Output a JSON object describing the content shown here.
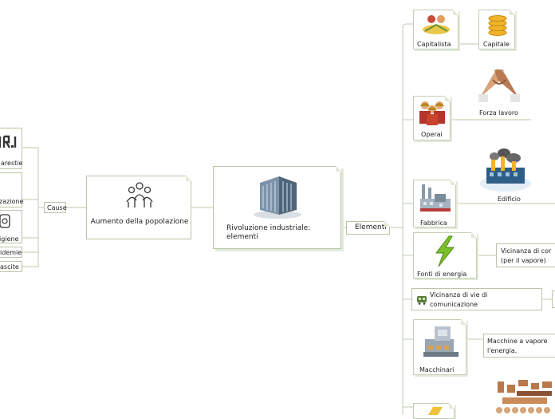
{
  "central": {
    "title": "Rivoluzione industriale: elementi"
  },
  "population": {
    "title": "Aumento della popolazione"
  },
  "links": {
    "cause": "Cause",
    "elements": "Elementi"
  },
  "left_items": [
    "arestie",
    "zazione",
    "igiene",
    "idemie",
    "ascite"
  ],
  "right_items": {
    "capitalista": "Capitalista",
    "capitale": "Capitale",
    "forza_lavoro": "Forza lavoro",
    "operai": "Operai",
    "edificio": "Edificio",
    "fabbrica": "Fabbrica",
    "fonti": "Fonti di energia",
    "vicinanza_corsi": "Vicinanza di cor (per il vapore)",
    "vie": "Vicinanza di vie di comunicazione",
    "macchinari": "Macchinari",
    "macchine_vapore": "Macchine a vapore l'energia."
  },
  "colors": {
    "line": "#c9d4bc",
    "border": "#b9c7a8"
  }
}
